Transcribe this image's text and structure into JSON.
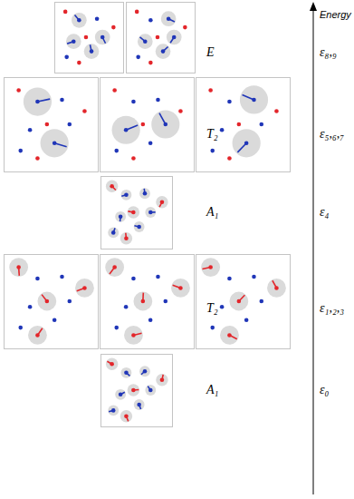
{
  "diagram": {
    "labels": [
      "Energy",
      "E",
      "ε₈,₉",
      "T₂",
      "ε₅,₆,₇",
      "A₁",
      "ε₄",
      "T₂",
      "ε₁,₂,₃",
      "A₁",
      "ε₀"
    ]
  }
}
